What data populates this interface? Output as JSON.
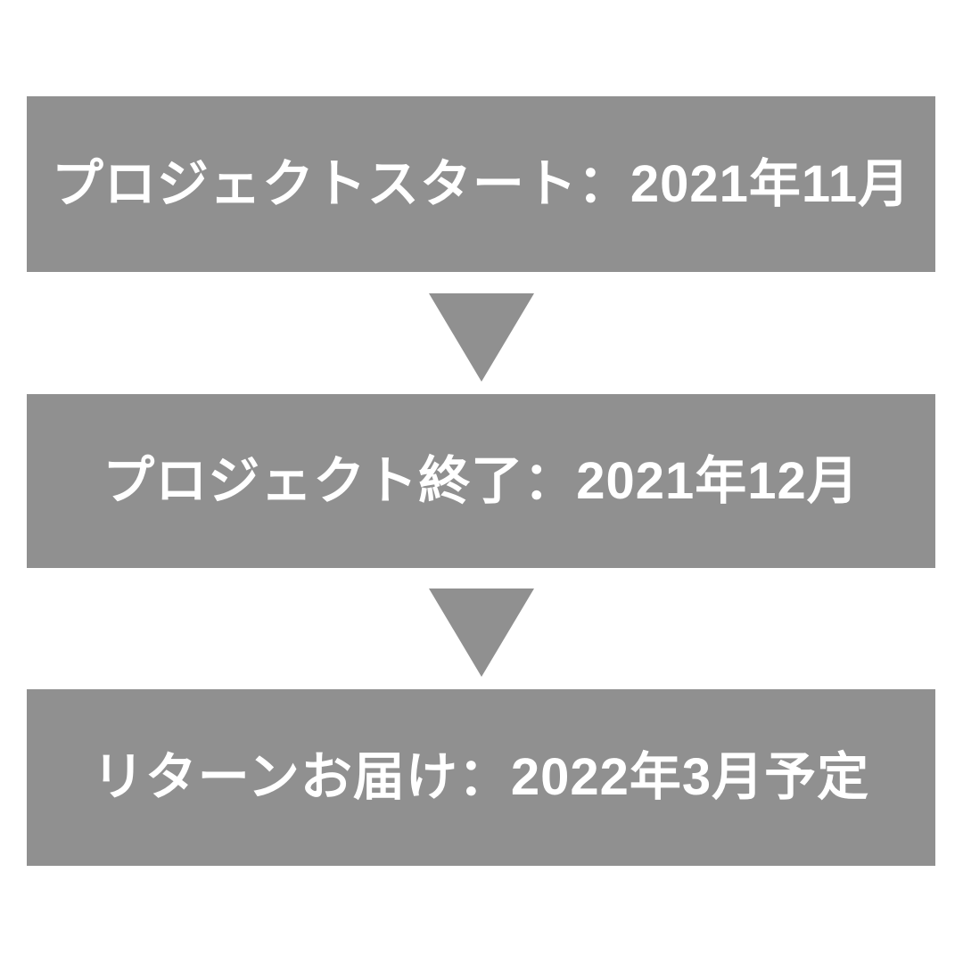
{
  "page": {
    "background_color": "#ffffff",
    "box_color": "#909090",
    "arrow_color": "#909090",
    "text_color": "#ffffff"
  },
  "timeline": {
    "steps": [
      {
        "label": "プロジェクトスタート：2021年11月"
      },
      {
        "label": "プロジェクト終了：2021年12月"
      },
      {
        "label": "リターンお届け：2022年3月予定"
      }
    ],
    "arrow_glyph": "▼"
  }
}
